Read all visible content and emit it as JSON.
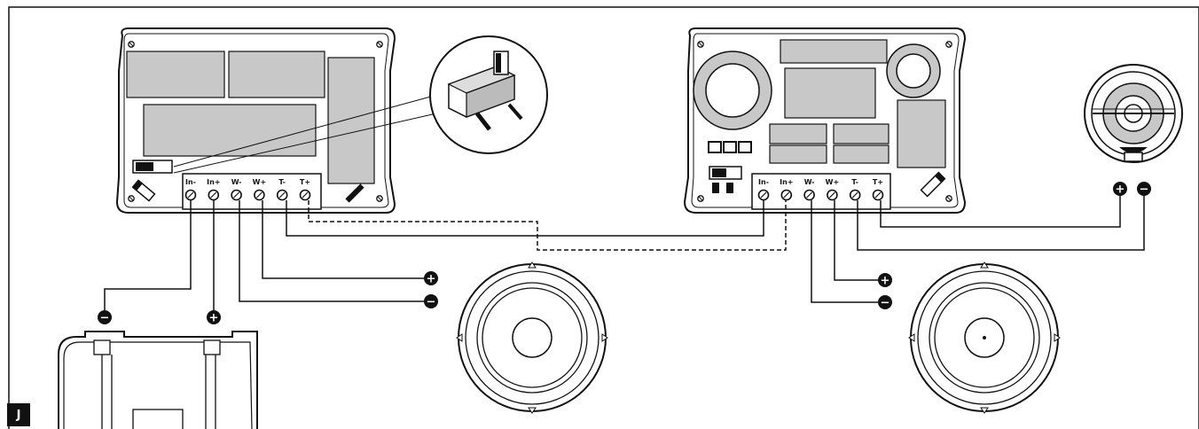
{
  "corner_badge": "J",
  "left_crossover": {
    "terminals": [
      "In-",
      "In+",
      "W-",
      "W+",
      "T-",
      "T+"
    ]
  },
  "right_crossover": {
    "terminals": [
      "In-",
      "In+",
      "W-",
      "W+",
      "T-",
      "T+"
    ]
  },
  "polarity": {
    "plus": "+",
    "minus": "−"
  },
  "colors": {
    "line": "#111111",
    "component_fill": "#c8c8c8",
    "background": "#ffffff"
  }
}
